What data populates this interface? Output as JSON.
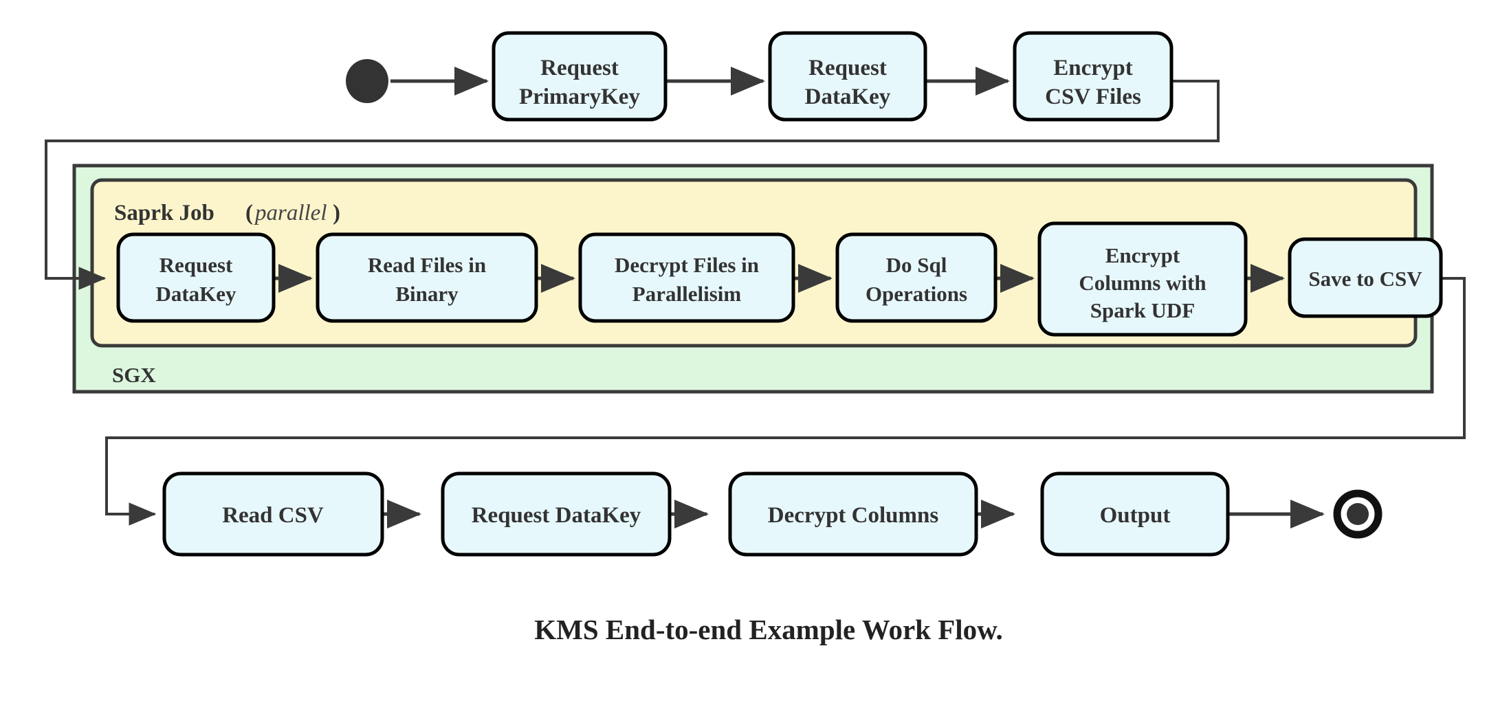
{
  "diagram": {
    "title": "KMS End-to-end Example Work Flow.",
    "type": "activity-flowchart",
    "colors": {
      "node_fill": "#e7f8fc",
      "node_stroke": "#000000",
      "sgx_group_fill": "#ddf7de",
      "spark_group_fill": "#fcf5cc",
      "edge": "#3a3a3a",
      "text": "#333333",
      "background": "#ffffff"
    },
    "markers": {
      "start": "start-node-filled-circle",
      "end": "end-node-ring-circle"
    },
    "groups": [
      {
        "id": "sgx",
        "label": "SGX",
        "label_position": "bottom-left",
        "fill": "#ddf7de"
      },
      {
        "id": "spark-job",
        "label": "Saprk Job",
        "label_suffix": "(parallel)",
        "label_suffix_open": "(",
        "label_suffix_italic": "parallel",
        "label_suffix_close": ")",
        "label_position": "top-left",
        "fill": "#fcf5cc"
      }
    ],
    "rows": {
      "top": {
        "name": "preparation-row",
        "nodes": [
          {
            "id": "request-primarykey",
            "lines": [
              "Request",
              "PrimaryKey"
            ]
          },
          {
            "id": "request-datakey-top",
            "lines": [
              "Request",
              "DataKey"
            ]
          },
          {
            "id": "encrypt-csv-files",
            "lines": [
              "Encrypt",
              "CSV Files"
            ]
          }
        ]
      },
      "middle": {
        "name": "spark-job-row",
        "nodes": [
          {
            "id": "request-datakey-spark",
            "lines": [
              "Request",
              "DataKey"
            ]
          },
          {
            "id": "read-files-in-binary",
            "lines": [
              "Read Files in",
              "Binary"
            ]
          },
          {
            "id": "decrypt-files-in-parallelisim",
            "lines": [
              "Decrypt Files in",
              "Parallelisim"
            ]
          },
          {
            "id": "do-sql-operations",
            "lines": [
              "Do Sql",
              "Operations"
            ]
          },
          {
            "id": "encrypt-columns-with-spark-udf",
            "lines": [
              "Encrypt",
              "Columns with",
              "Spark UDF"
            ]
          },
          {
            "id": "save-to-csv",
            "lines": [
              "Save to CSV"
            ]
          }
        ]
      },
      "bottom": {
        "name": "consumption-row",
        "nodes": [
          {
            "id": "read-csv",
            "lines": [
              "Read CSV"
            ]
          },
          {
            "id": "request-datakey-bottom",
            "lines": [
              "Request DataKey"
            ]
          },
          {
            "id": "decrypt-columns",
            "lines": [
              "Decrypt Columns"
            ]
          },
          {
            "id": "output",
            "lines": [
              "Output"
            ]
          }
        ]
      }
    },
    "edge_sequence": [
      "start -> Request PrimaryKey",
      "Request PrimaryKey -> Request DataKey",
      "Request DataKey -> Encrypt CSV Files",
      "Encrypt CSV Files -> Request DataKey (Spark Job)",
      "Request DataKey -> Read Files in Binary",
      "Read Files in Binary -> Decrypt Files in Parallelisim",
      "Decrypt Files in Parallelisim -> Do Sql Operations",
      "Do Sql Operations -> Encrypt Columns with Spark UDF",
      "Encrypt Columns with Spark UDF -> Save to CSV",
      "Save to CSV -> Read CSV",
      "Read CSV -> Request DataKey",
      "Request DataKey -> Decrypt Columns",
      "Decrypt Columns -> Output",
      "Output -> end"
    ]
  }
}
